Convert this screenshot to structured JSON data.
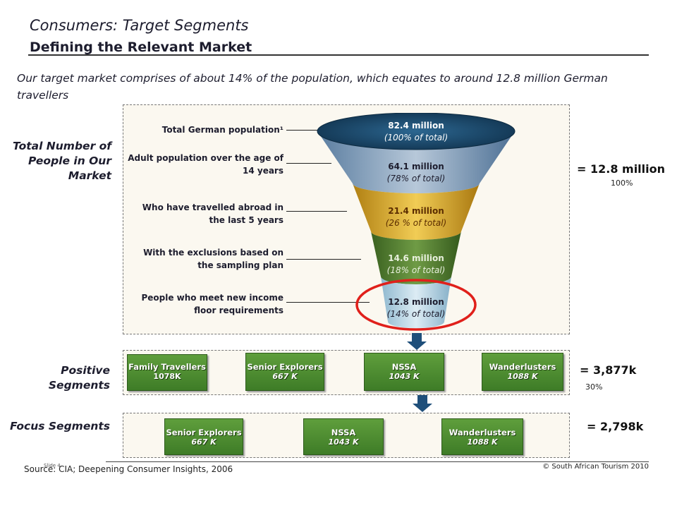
{
  "header": {
    "title": "Consumers: Target Segments",
    "subtitle": "Defining the Relevant Market",
    "intro": "Our target market comprises of about 14% of the population, which equates to around 12.8 million German travellers"
  },
  "sections": {
    "total": "Total Number of People in Our Market",
    "positive": "Positive Segments",
    "focus": "Focus Segments"
  },
  "funnel": {
    "levels": [
      {
        "label": "Total German population¹",
        "value": "82.4 million",
        "share": "(100% of total)",
        "color": "#1c4a6e"
      },
      {
        "label": "Adult population over the age of 14 years",
        "value": "64.1 million",
        "share": "(78% of total)",
        "color": "#6d88a8"
      },
      {
        "label": "Who have travelled abroad in the last 5 years",
        "value": "21.4 million",
        "share": "(26 % of total)",
        "color": "#d9a521"
      },
      {
        "label": "With the exclusions based on the sampling plan",
        "value": "14.6 million",
        "share": "(18% of total)",
        "color": "#4e7a2c"
      },
      {
        "label": "People who meet new income floor requirements",
        "value": "12.8 million",
        "share": "(14% of total)",
        "color": "#b8d6e6"
      }
    ],
    "highlight_color": "#e0201b"
  },
  "totals": {
    "market": "= 12.8 million",
    "market_pct": "100%",
    "positive": "= 3,877k",
    "positive_pct": "30%",
    "focus": "= 2,798k"
  },
  "positive_segments": [
    {
      "name": "Family Travellers",
      "value": "1078K"
    },
    {
      "name": "Senior Explorers",
      "value": "667 K"
    },
    {
      "name": "NSSA",
      "value": "1043 K"
    },
    {
      "name": "Wanderlusters",
      "value": "1088 K"
    }
  ],
  "focus_segments": [
    {
      "name": "Senior Explorers",
      "value": "667 K"
    },
    {
      "name": "NSSA",
      "value": "1043 K"
    },
    {
      "name": "Wanderlusters",
      "value": "1088 K"
    }
  ],
  "footer": {
    "source": "Source: CIA; Deepening Consumer Insights, 2006",
    "slide": "Slide 4",
    "copyright": "© South African Tourism 2010"
  },
  "colors": {
    "segment_green": "#4e8c30",
    "arrow_blue": "#1f4f7a"
  }
}
